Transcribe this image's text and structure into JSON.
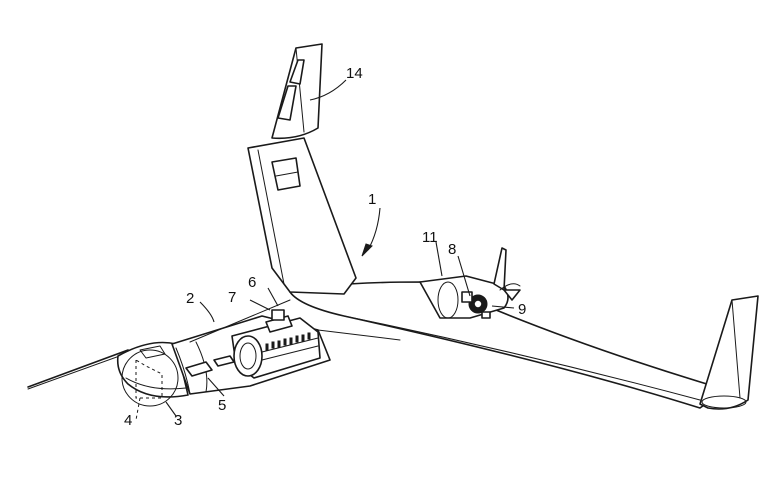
{
  "figure": {
    "reference_labels": [
      {
        "id": "ref-1",
        "text": "1"
      },
      {
        "id": "ref-2",
        "text": "2"
      },
      {
        "id": "ref-3",
        "text": "3"
      },
      {
        "id": "ref-4",
        "text": "4"
      },
      {
        "id": "ref-5",
        "text": "5"
      },
      {
        "id": "ref-6",
        "text": "6"
      },
      {
        "id": "ref-7",
        "text": "7"
      },
      {
        "id": "ref-8",
        "text": "8"
      },
      {
        "id": "ref-9",
        "text": "9"
      },
      {
        "id": "ref-11",
        "text": "11"
      },
      {
        "id": "ref-14",
        "text": "14"
      }
    ]
  }
}
